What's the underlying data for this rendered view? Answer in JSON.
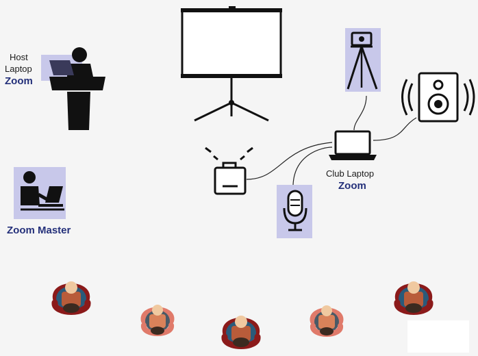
{
  "labels": {
    "host_line1": "Host",
    "host_line2": "Laptop",
    "host_zoom": "Zoom",
    "club_line1": "Club Laptop",
    "club_zoom": "Zoom",
    "master_zoom": "Zoom Master"
  },
  "icons": [
    "podium-speaker-icon",
    "projector-screen-icon",
    "camera-tripod-icon",
    "speaker-icon",
    "laptop-icon",
    "projector-icon",
    "microphone-icon",
    "zoom-master-icon",
    "audience-person-icon"
  ],
  "colors": {
    "highlight": "#c8c8ea",
    "zoom_text": "#24307a",
    "icon": "#111111",
    "seated_dark": "#2a5a7a",
    "seated_light": "#d9825a",
    "arms": "#8b1a1a"
  }
}
